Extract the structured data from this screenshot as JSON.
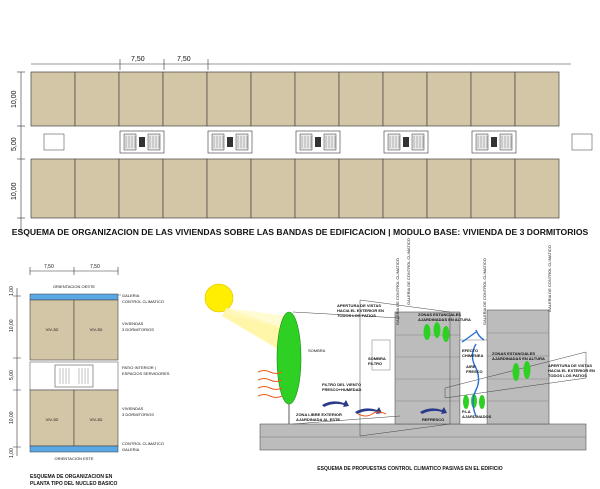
{
  "top_plan": {
    "dims": {
      "module_a": "7,50",
      "module_b": "7,50",
      "band_upper": "10,00",
      "corridor": "5,00",
      "band_lower": "10,00"
    },
    "title": "ESQUEMA DE ORGANIZACION DE LAS VIVIENDAS SOBRE LAS BANDAS DE EDIFICACION | MODULO BASE: VIVIENDA DE 3 DORMITORIOS"
  },
  "plan_detail": {
    "dims": {
      "top_a": "7,50",
      "top_b": "7,50",
      "r1": "1,00",
      "r2": "10,00",
      "r3": "5,00",
      "r4": "10,00",
      "r5": "1,00"
    },
    "orientation_north": "ORIENTACION OESTE",
    "orientation_south": "ORIENTACION ESTE",
    "unit_label": "VIV-3D",
    "labels": {
      "galeria_top": "GALERIA",
      "control_top": "CONTROL CLIMATICO",
      "viviendas_top_1": "VIVIENDAS",
      "viviendas_top_2": "3 DORMITORIOS",
      "patio_1": "PATIO INTERIOR |",
      "patio_2": "ESPACIOS SERVIDORES",
      "viviendas_bot_1": "VIVIENDAS",
      "viviendas_bot_2": "3 DORMITORIOS",
      "control_bot": "CONTROL CLIMATICO",
      "galeria_bot": "GALERIA"
    },
    "caption_1": "ESQUEMA DE ORGANIZACION EN",
    "caption_2": "PLANTA TIPO DEL NUCLEO BASICO"
  },
  "section": {
    "labels": {
      "sombra": "SOMBRA",
      "apertura_left_1": "APERTURA DE VISTAS",
      "apertura_left_2": "HACIA EL EXTERIOR EN",
      "apertura_left_3": "TODOS LOS PATIOS",
      "zonas_left_1": "ZONAS ESTANCIALES",
      "zonas_left_2": "AJARDINADAS EN ALTURA",
      "sombra_filtro_1": "SOMBRA",
      "sombra_filtro_2": "FILTRO",
      "efecto_1": "EFECTO",
      "efecto_2": "CHIMENEA",
      "aire_1": "AIRE",
      "aire_2": "FRESCO",
      "zonas_right_1": "ZONAS ESTANCIALES",
      "zonas_right_2": "AJARDINADAS EN ALTURA",
      "apertura_right_1": "APERTURA DE VISTAS",
      "apertura_right_2": "HACIA EL EXTERIOR EN",
      "apertura_right_3": "TODOS LOS PATIOS",
      "filtro_1": "FILTRO DEL VIENTO",
      "filtro_2": "FRESCO+HUMEDAD",
      "zona_libre_1": "ZONA LIBRE EXTERIOR",
      "zona_libre_2": "AJARDINADA AL ESTE",
      "refrescado": "REFRESCO",
      "patio_low_1": "P.LA",
      "patio_low_2": "AJARDINADOS",
      "galeria_v1": "GALERIA DE CONTROL CLIMATICO",
      "galeria_v2": "GALERIA DE CONTROL CLIMATICO",
      "galeria_v3": "GALERIA DE CONTROL CLIMATICO",
      "galeria_v4": "GALERIA DE CONTROL CLIMATICO"
    },
    "caption": "ESQUEMA DE PROPUESTAS CONTROL CLIMATICO PASIVAS EN EL EDIFICIO"
  },
  "colors": {
    "block_fill": "#d3c6a6",
    "block_stroke": "#444444",
    "tree_green": "#2fd024",
    "sun_yellow": "#ffee00",
    "gallery_blue": "#5aa7e6",
    "section_gray": "#bcbcbc",
    "wind_red": "#f05a1a"
  }
}
